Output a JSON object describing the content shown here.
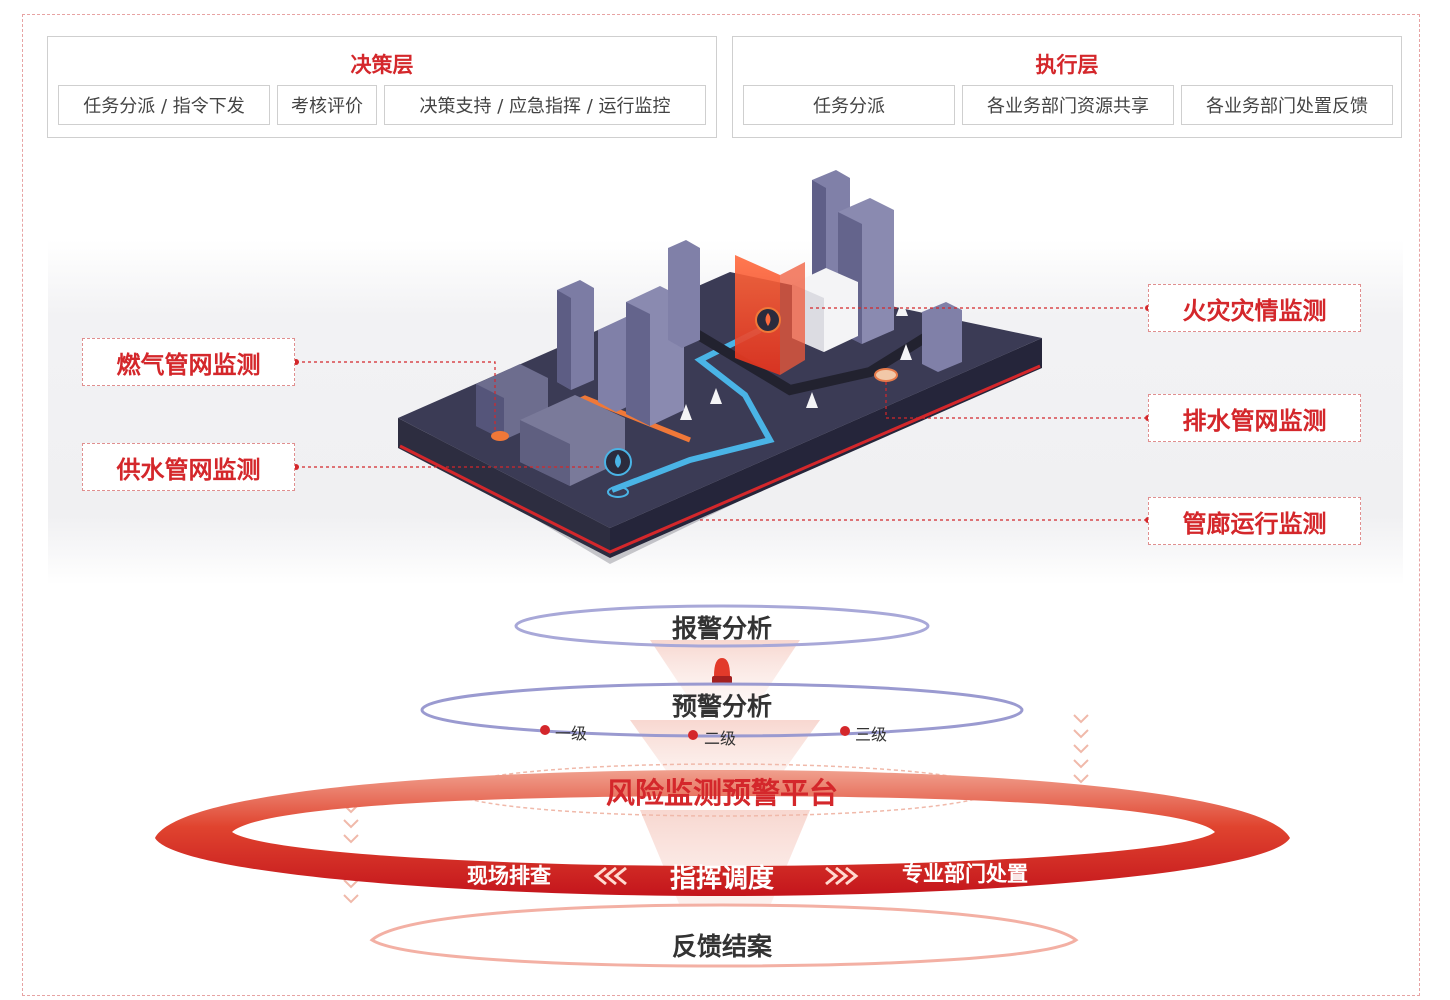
{
  "decision_layer": {
    "title": "决策层",
    "items": [
      "任务分派 / 指令下发",
      "考核评价",
      "决策支持 / 应急指挥 / 运行监控"
    ]
  },
  "execution_layer": {
    "title": "执行层",
    "items": [
      "任务分派",
      "各业务部门资源共享",
      "各业务部门处置反馈"
    ]
  },
  "monitors": {
    "gas": "燃气管网监测",
    "water_supply": "供水管网监测",
    "fire": "火灾灾情监测",
    "drainage": "排水管网监测",
    "utility_tunnel": "管廊运行监测"
  },
  "flow": {
    "alarm_analysis": "报警分析",
    "warning_analysis": "预警分析",
    "levels": [
      "一级",
      "二级",
      "三级"
    ],
    "platform": "风险监测预警平台",
    "onsite_check": "现场排查",
    "command_dispatch": "指挥调度",
    "dept_handling": "专业部门处置",
    "feedback_close": "反馈结案"
  },
  "colors": {
    "accent_red": "#d4272b",
    "platform_dark": "#3a3a52",
    "pipe_blue": "#4ab4e6",
    "ring_blue": "#9a9ad0"
  }
}
